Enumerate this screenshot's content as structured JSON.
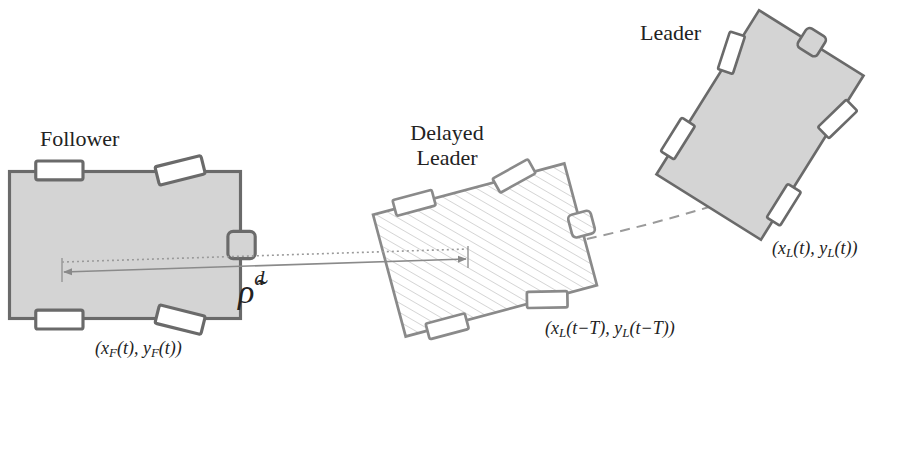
{
  "diagram": {
    "labels": [
      "Leader",
      "Delayed Leader",
      "Follower",
      "(xL(t), yL(t))",
      "(xL(t−T), yL(t−T))",
      "(xF(t), yF(t))",
      "ρ̃d"
    ]
  }
}
